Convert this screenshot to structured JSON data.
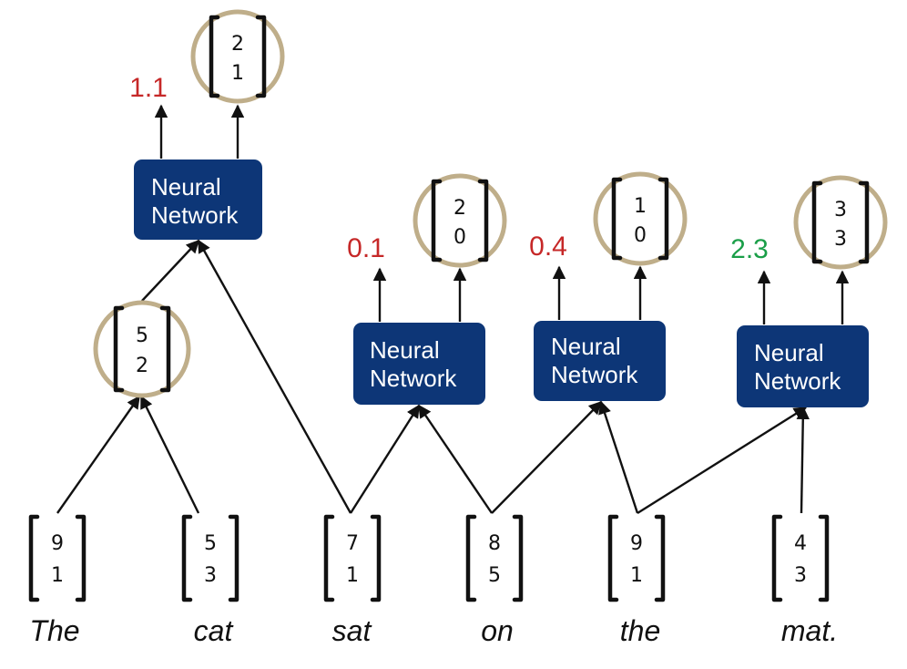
{
  "words": [
    {
      "text": "The",
      "vector": [
        "9",
        "1"
      ]
    },
    {
      "text": "cat",
      "vector": [
        "5",
        "3"
      ]
    },
    {
      "text": "sat",
      "vector": [
        "7",
        "1"
      ]
    },
    {
      "text": "on",
      "vector": [
        "8",
        "5"
      ]
    },
    {
      "text": "the",
      "vector": [
        "9",
        "1"
      ]
    },
    {
      "text": "mat.",
      "vector": [
        "4",
        "3"
      ]
    }
  ],
  "networks": [
    {
      "line1": "Neural",
      "line2": "Network",
      "score": "1.1",
      "score_color": "#c62828",
      "output": [
        "2",
        "1"
      ]
    },
    {
      "line1": "Neural",
      "line2": "Network",
      "score": "0.1",
      "score_color": "#c62828",
      "output": [
        "2",
        "0"
      ]
    },
    {
      "line1": "Neural",
      "line2": "Network",
      "score": "0.4",
      "score_color": "#c62828",
      "output": [
        "1",
        "0"
      ]
    },
    {
      "line1": "Neural",
      "line2": "Network",
      "score": "2.3",
      "score_color": "#1a9e48",
      "output": [
        "3",
        "3"
      ]
    }
  ],
  "merged_vector": [
    "5",
    "2"
  ],
  "colors": {
    "box_fill": "#0d3677",
    "circle_stroke": "#bfae8a",
    "edge": "#111111"
  }
}
